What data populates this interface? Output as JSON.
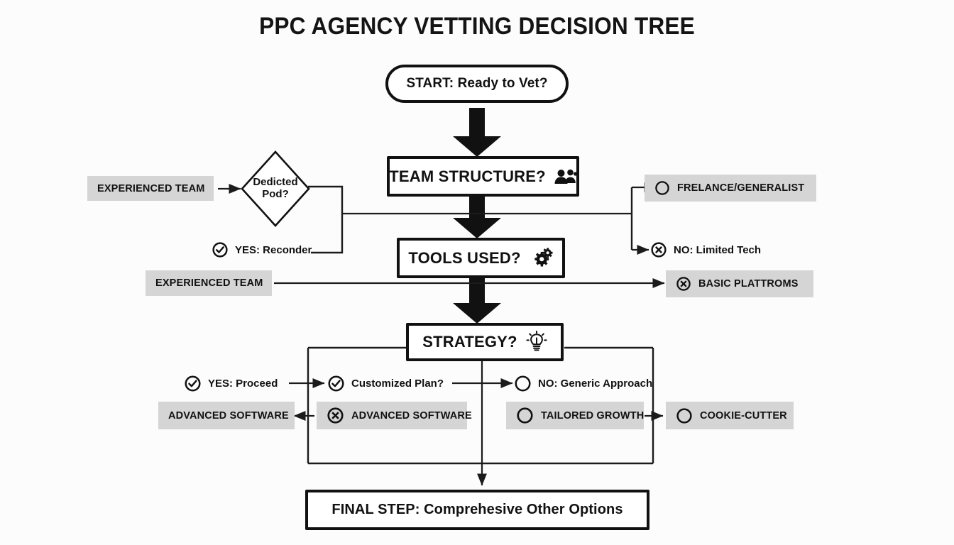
{
  "diagram": {
    "title": "PPC AGENCY VETTING DECISION TREE",
    "type": "decision-tree-flowchart",
    "background_color": "#fcfcfc",
    "ink_color": "#111111",
    "chip_fill_color": "#d5d5d5"
  },
  "nodes": {
    "start": {
      "label": "START: Ready to Vet?",
      "shape": "stadium"
    },
    "team_structure": {
      "label": "TEAM STRUCTURE?",
      "shape": "rectangle",
      "icon": "people-group-icon"
    },
    "tools_used": {
      "label": "TOOLS USED?",
      "shape": "rectangle",
      "icon": "gears-icon"
    },
    "strategy": {
      "label": "STRATEGY?",
      "shape": "rectangle",
      "icon": "lightbulb-icon"
    },
    "final_step": {
      "label": "FINAL STEP: Comprehesive Other Options",
      "shape": "rectangle"
    },
    "dedicated_pod": {
      "label_line1": "Dedicted",
      "label_line2": "Pod?",
      "shape": "diamond"
    }
  },
  "chips": {
    "experienced_team_top": {
      "label": "EXPERIENCED TEAM",
      "icon": "none"
    },
    "experienced_team_mid": {
      "label": "EXPERIENCED TEAM",
      "icon": "none"
    },
    "freelance_generalist": {
      "label": "FRELANCE/GENERALIST",
      "icon": "circle-icon"
    },
    "basic_platforms": {
      "label": "BASIC PLATTROMS",
      "icon": "x-circle-icon"
    },
    "advanced_software_left": {
      "label": "ADVANCED SOFTWARE",
      "icon": "none"
    },
    "advanced_software_mid": {
      "label": "ADVANCED SOFTWARE",
      "icon": "x-circle-icon"
    },
    "tailored_growth": {
      "label": "TAILORED GROWTH",
      "icon": "circle-icon"
    },
    "cookie_cutter": {
      "label": "COOKIE-CUTTER",
      "icon": "circle-icon"
    }
  },
  "outcomes": {
    "yes_reconder": {
      "label": "YES: Reconder",
      "icon": "check-circle-icon"
    },
    "no_limited_tech": {
      "label": "NO: Limited Tech",
      "icon": "x-circle-icon"
    },
    "yes_proceed": {
      "label": "YES: Proceed",
      "icon": "check-circle-icon"
    },
    "customized_plan": {
      "label": "Customized Plan?",
      "icon": "check-circle-icon"
    },
    "no_generic_approach": {
      "label": "NO: Generic Approach",
      "icon": "circle-icon"
    }
  },
  "chart_data": {
    "type": "table",
    "title": "PPC AGENCY VETTING DECISION TREE",
    "flow": [
      {
        "from": "START: Ready to Vet?",
        "to": "TEAM STRUCTURE?",
        "style": "thick-block-arrow"
      },
      {
        "from": "TEAM STRUCTURE?",
        "to": "TOOLS USED?",
        "style": "thick-block-arrow"
      },
      {
        "from": "TOOLS USED?",
        "to": "STRATEGY?",
        "style": "thick-block-arrow"
      },
      {
        "from": "STRATEGY?",
        "to": "FINAL STEP: Comprehesive Other Options",
        "style": "thin-arrow"
      },
      {
        "from": "EXPERIENCED TEAM",
        "to": "Dedicted Pod?",
        "style": "thin-arrow"
      },
      {
        "from": "Dedicted Pod?",
        "to": "FRELANCE/GENERALIST",
        "style": "thin-arrow"
      },
      {
        "from": "YES: Reconder",
        "to": "NO: Limited Tech",
        "style": "thin-arrow"
      },
      {
        "from": "EXPERIENCED TEAM",
        "to": "BASIC PLATTROMS",
        "style": "thin-arrow"
      },
      {
        "from": "YES: Proceed",
        "to": "Customized Plan?",
        "style": "thin-arrow"
      },
      {
        "from": "Customized Plan?",
        "to": "NO: Generic Approach",
        "style": "thin-arrow"
      },
      {
        "from": "ADVANCED SOFTWARE",
        "to": "ADVANCED SOFTWARE",
        "style": "thin-arrow-left"
      },
      {
        "from": "TAILORED GROWTH",
        "to": "COOKIE-CUTTER",
        "style": "thin-arrow"
      }
    ]
  }
}
